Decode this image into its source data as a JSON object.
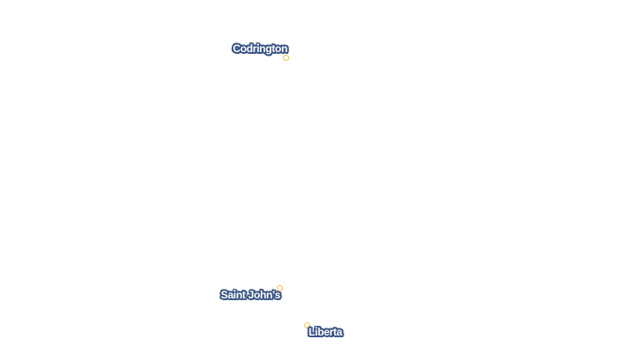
{
  "map": {
    "colors": {
      "background": "#ffffff",
      "marker_stroke": "#f3c04a",
      "label_text": "#ffffff",
      "label_halo": "#3a5584"
    },
    "places": [
      {
        "name": "Codrington",
        "marker_icon": "city-dot-icon"
      },
      {
        "name": "Saint John's",
        "marker_icon": "city-dot-icon"
      },
      {
        "name": "Liberta",
        "marker_icon": "city-dot-icon"
      }
    ]
  }
}
